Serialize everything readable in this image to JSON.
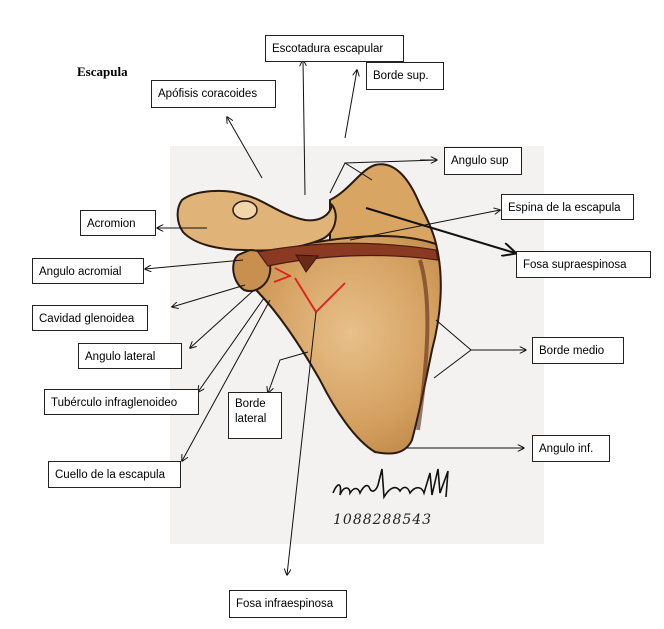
{
  "figure": {
    "title": "Escapula",
    "labels": {
      "escotadura": "Escotadura escapular",
      "borde_sup": "Borde sup.",
      "apofisis": "Apófisis coracoides",
      "angulo_sup": "Angulo sup",
      "acromion": "Acromion",
      "espina": "Espina de la escapula",
      "angulo_acromial": "Angulo acromial",
      "fosa_supra": "Fosa supraespinosa",
      "cavidad": "Cavidad glenoidea",
      "angulo_lateral": "Angulo lateral",
      "borde_medio": "Borde medio",
      "tuberculo": "Tubérculo infraglenoideo",
      "borde_lateral": "Borde lateral",
      "angulo_inf": "Angulo inf.",
      "cuello": "Cuello de la escapula",
      "fosa_infra": "Fosa infraespinosa"
    },
    "registration_number": "1088288543",
    "colors": {
      "bone_fill": "#d9a968",
      "bone_outline": "#2a1a10",
      "spine": "#7a2a1a",
      "accent_red": "#e02020",
      "paper": "#f3f2f0"
    }
  }
}
